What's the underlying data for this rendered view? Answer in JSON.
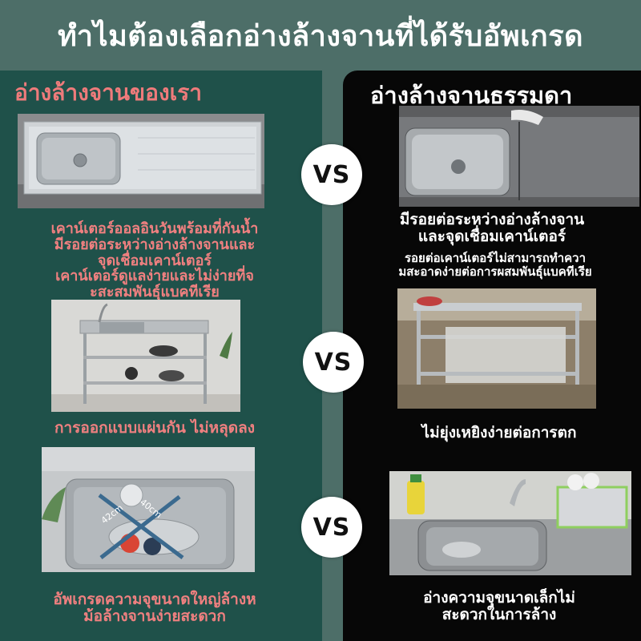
{
  "title": "ทำไมต้องเลือกอ่างล้างจานที่ได้รับอัพเกรด",
  "left": {
    "heading": "อ่างล้างจานของเรา",
    "captions": [
      [
        "เคาน์เตอร์ออลอินวันพร้อมที่กันน้ำ",
        "มีรอยต่อระหว่างอ่างล้างจานและ",
        "จุดเชื่อมเคาน์เตอร์",
        "เคาน์เตอร์ดูแลง่ายและไม่ง่ายที่จ",
        "ะสะสมพันธุ์แบคทีเรีย"
      ],
      [
        "การออกแบบแผ่นกัน ไม่หลุดลง"
      ],
      [
        "อัพเกรดความจุขนาดใหญ่ล้างห",
        "ม้อล้างจานง่ายสะดวก"
      ]
    ],
    "dimension_labels": [
      "42cm",
      "40cm"
    ]
  },
  "right": {
    "heading": "อ่างล้างจานธรรมดา",
    "captions": [
      [
        "มีรอยต่อระหว่างอ่างล้างจาน",
        "และจุดเชื่อมเคาน์เตอร์"
      ],
      [
        "รอยต่อเคาน์เตอร์ไม่สามารถทำควา",
        "มสะอาดง่ายต่อการผสมพันธุ์แบคทีเรีย"
      ],
      [
        "ไม่ยุ่งเหยิงง่ายต่อการตก"
      ],
      [
        "อ่างความจุขนาดเล็กไม่",
        "สะดวกในการล้าง"
      ]
    ]
  },
  "vs_label": "VS",
  "colors": {
    "background": "#4d6e68",
    "left_panel": "#1f514a",
    "right_panel": "#070707",
    "accent_red": "#f08080"
  }
}
